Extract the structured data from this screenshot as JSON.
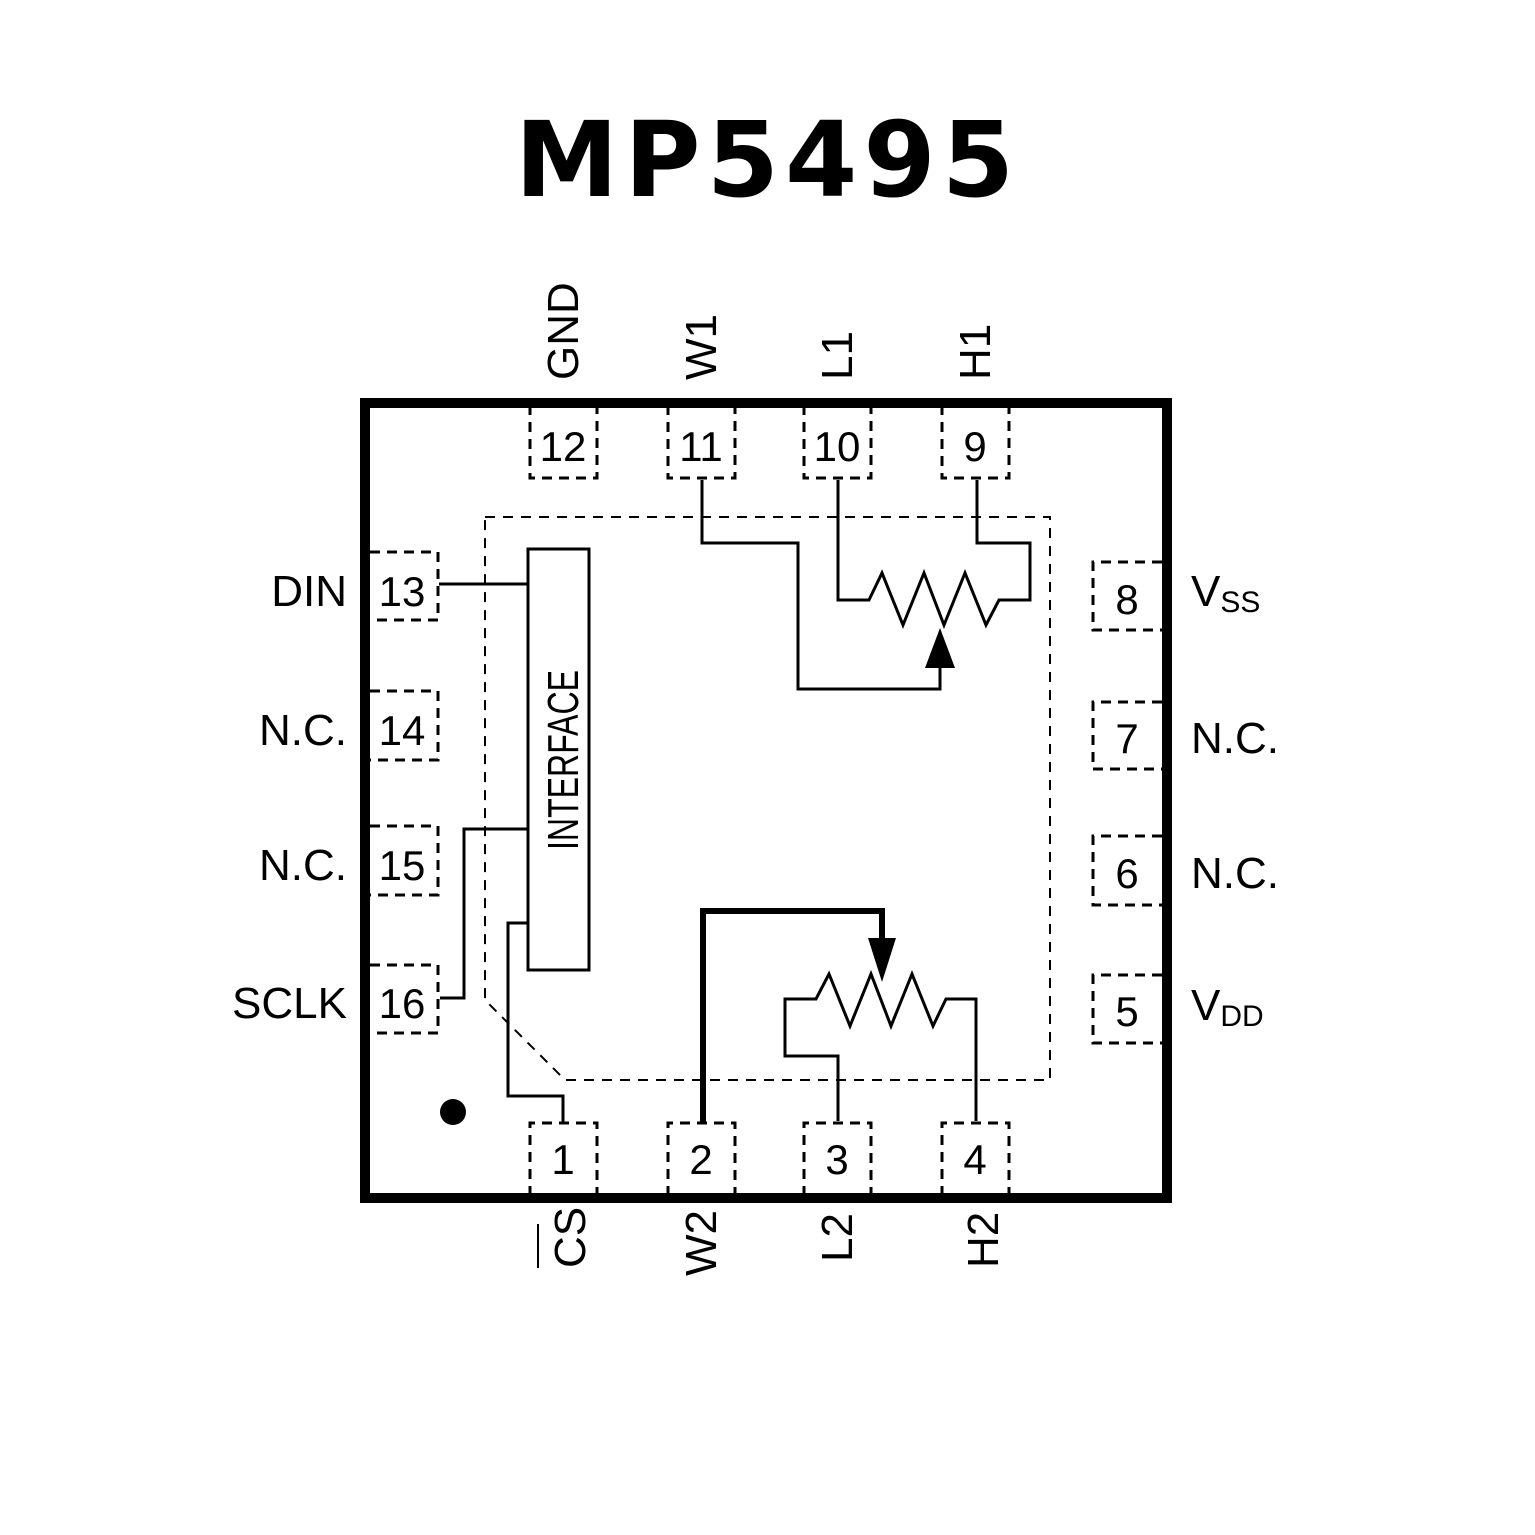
{
  "title": "MP5495",
  "block_label": "INTERFACE",
  "colors": {
    "line": "#000000",
    "background": "#ffffff"
  },
  "pins": {
    "top": [
      {
        "num": "12",
        "name": "GND"
      },
      {
        "num": "11",
        "name": "W1"
      },
      {
        "num": "10",
        "name": "L1"
      },
      {
        "num": "9",
        "name": "H1"
      }
    ],
    "bottom": [
      {
        "num": "1",
        "name": "CS",
        "overbar": true
      },
      {
        "num": "2",
        "name": "W2"
      },
      {
        "num": "3",
        "name": "L2"
      },
      {
        "num": "4",
        "name": "H2"
      }
    ],
    "left": [
      {
        "num": "13",
        "name": "DIN"
      },
      {
        "num": "14",
        "name": "N.C."
      },
      {
        "num": "15",
        "name": "N.C."
      },
      {
        "num": "16",
        "name": "SCLK"
      }
    ],
    "right": [
      {
        "num": "8",
        "name": "V",
        "sub": "SS"
      },
      {
        "num": "7",
        "name": "N.C."
      },
      {
        "num": "6",
        "name": "N.C."
      },
      {
        "num": "5",
        "name": "V",
        "sub": "DD"
      }
    ]
  }
}
